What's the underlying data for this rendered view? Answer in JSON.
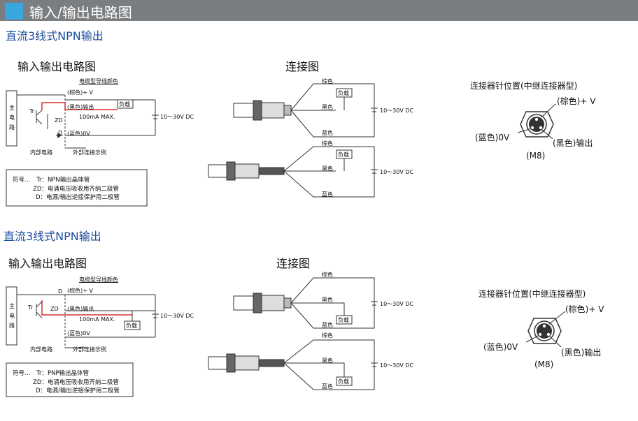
{
  "header": {
    "title": "输入/输出电路图"
  },
  "sections": [
    {
      "title": "直流3线式NPN输出",
      "circuit": {
        "heading": "输入输出电路图",
        "main_circuit": "主电路",
        "cable_color_label": "电缆型导线颜色",
        "brown_v": "(棕色)+ V",
        "black_out": "(黑色)输出",
        "blue_0v": "(蓝色)0V",
        "load": "负载",
        "max_current": "100mA MAX.",
        "voltage": "10～30V DC",
        "tr": "Tr",
        "zd": "ZD",
        "d": "D",
        "internal": "内部电路",
        "external": "外部连接示例"
      },
      "notes": {
        "prefix": "符号...",
        "tr": "Tr：NPN输出晶体管",
        "zd": "ZD：电涌电压吸收用齐纳二极管",
        "d": "D：电源/输出逆接保护用二极管"
      },
      "connection": {
        "heading": "连接图",
        "brown": "棕色",
        "black": "黑色",
        "blue": "蓝色",
        "load": "负载",
        "voltage": "10～30V DC"
      },
      "pin_layout": {
        "title": "连接器针位置(中继连接器型)",
        "brown_v": "(棕色)+ V",
        "blue_0v": "(蓝色)0V",
        "black_out": "(黑色)输出",
        "model": "(M8)"
      }
    },
    {
      "title": "直流3线式NPN输出",
      "circuit": {
        "heading": "输入输出电路图",
        "main_circuit": "主电路",
        "cable_color_label": "电缆型导线颜色",
        "brown_v": "(棕色)+ V",
        "black_out": "(黑色)输出",
        "blue_0v": "(蓝色)0V",
        "load": "负载",
        "max_current": "100mA MAX.",
        "voltage": "10～30V DC",
        "tr": "Tr",
        "zd": "ZD",
        "d": "D",
        "internal": "内部电路",
        "external": "外部连接示例"
      },
      "notes": {
        "prefix": "符号...",
        "tr": "Tr：PNP输出晶体管",
        "zd": "ZD：电涌电压吸收用齐纳二极管",
        "d": "D：电源/输出逆接保护用二极管"
      },
      "connection": {
        "heading": "连接图",
        "brown": "棕色",
        "black": "黑色",
        "blue": "蓝色",
        "load": "负载",
        "voltage": "10～30V DC"
      },
      "pin_layout": {
        "title": "连接器针位置(中继连接器型)",
        "brown_v": "(棕色)+ V",
        "blue_0v": "(蓝色)0V",
        "black_out": "(黑色)输出",
        "model": "(M8)"
      }
    }
  ]
}
